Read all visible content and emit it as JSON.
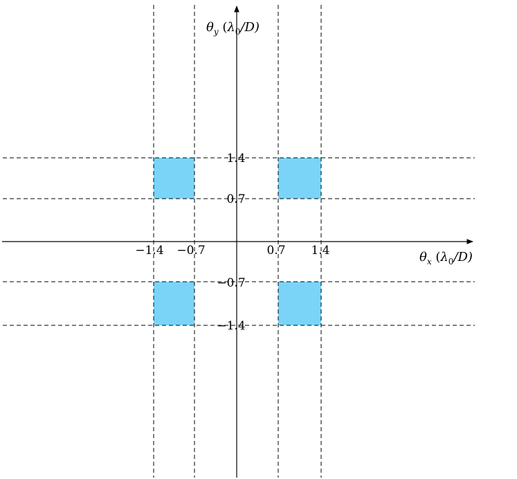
{
  "diagram": {
    "x_axis_label": {
      "theta": "θ",
      "sub": "x",
      "rest_open": " (",
      "lambda": "λ",
      "lambda_sub": "0",
      "rest_close": "/D)"
    },
    "y_axis_label": {
      "theta": "θ",
      "sub": "y",
      "rest_open": " (",
      "lambda": "λ",
      "lambda_sub": "0",
      "rest_close": "/D)"
    },
    "x_ticks": [
      "−1.4",
      "−0.7",
      "0.7",
      "1.4"
    ],
    "y_ticks": [
      "1.4",
      "0.7",
      "−0.7",
      "−1.4"
    ],
    "grid_values": [
      -1.4,
      -0.7,
      0.7,
      1.4
    ],
    "regions": [
      {
        "x": [
          -1.4,
          -0.7
        ],
        "y": [
          0.7,
          1.4
        ]
      },
      {
        "x": [
          0.7,
          1.4
        ],
        "y": [
          0.7,
          1.4
        ]
      },
      {
        "x": [
          -1.4,
          -0.7
        ],
        "y": [
          -1.4,
          -0.7
        ]
      },
      {
        "x": [
          0.7,
          1.4
        ],
        "y": [
          -1.4,
          -0.7
        ]
      }
    ],
    "region_color": "#7ad4f7",
    "line_color": "#000000"
  }
}
